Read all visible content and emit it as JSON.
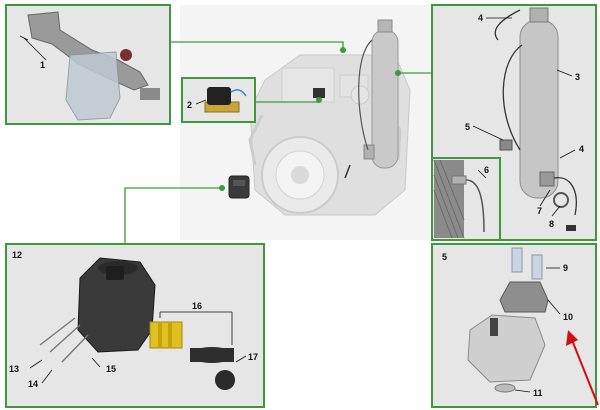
{
  "callouts": {
    "c1": "1",
    "c2": "2",
    "c3": "3",
    "c4a": "4",
    "c4b": "4",
    "c5a": "5",
    "c5b": "5",
    "c6": "6",
    "c7": "7",
    "c8": "8",
    "c9": "9",
    "c10": "10",
    "c11": "11",
    "c12": "12",
    "c13": "13",
    "c14": "14",
    "c15": "15",
    "c16": "16",
    "c17": "17"
  },
  "colors": {
    "panel_border": "#3c9a3c",
    "connector": "#3c9a3c",
    "pointer_arrow": "#d01010"
  }
}
